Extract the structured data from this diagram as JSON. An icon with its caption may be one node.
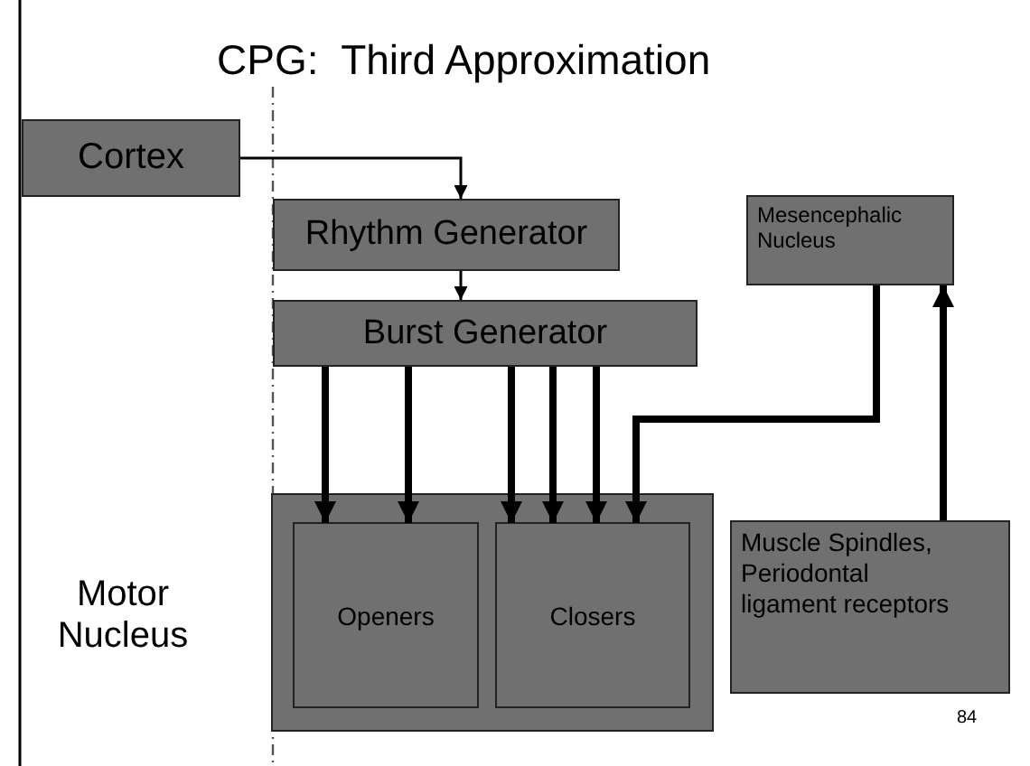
{
  "diagram": {
    "title": "CPG:  Third Approximation",
    "nodes": [
      {
        "text": [
          "Cortex"
        ]
      },
      {
        "text": [
          "Rhythm Generator"
        ]
      },
      {
        "text": [
          "Burst Generator"
        ]
      },
      {
        "text": [],
        "shape": "box"
      },
      {
        "text": [
          "Openers"
        ],
        "in": 3
      },
      {
        "text": [
          "Closers"
        ],
        "in": 3
      },
      {
        "text": [
          "Mesencephalic Nucleus"
        ]
      },
      {
        "text": [
          "Muscle Spindles, Periodontal ligament receptors"
        ]
      }
    ],
    "edges": [
      {
        "from": 0,
        "to": 1,
        "arrow": "to"
      },
      {
        "from": 1,
        "to": 2,
        "arrow": "to"
      },
      {
        "from": 2,
        "to": 4,
        "arrow": "to"
      },
      {
        "from": 2,
        "to": 4,
        "arrow": "to"
      },
      {
        "from": 2,
        "to": 5,
        "arrow": "to"
      },
      {
        "from": 2,
        "to": 5,
        "arrow": "to"
      },
      {
        "from": 2,
        "to": 5,
        "arrow": "to"
      },
      {
        "from": 6,
        "to": 5,
        "arrow": "to"
      },
      {
        "from": 7,
        "to": 6,
        "arrow": "to"
      }
    ],
    "labels": [
      "Motor Nucleus",
      "84"
    ]
  }
}
